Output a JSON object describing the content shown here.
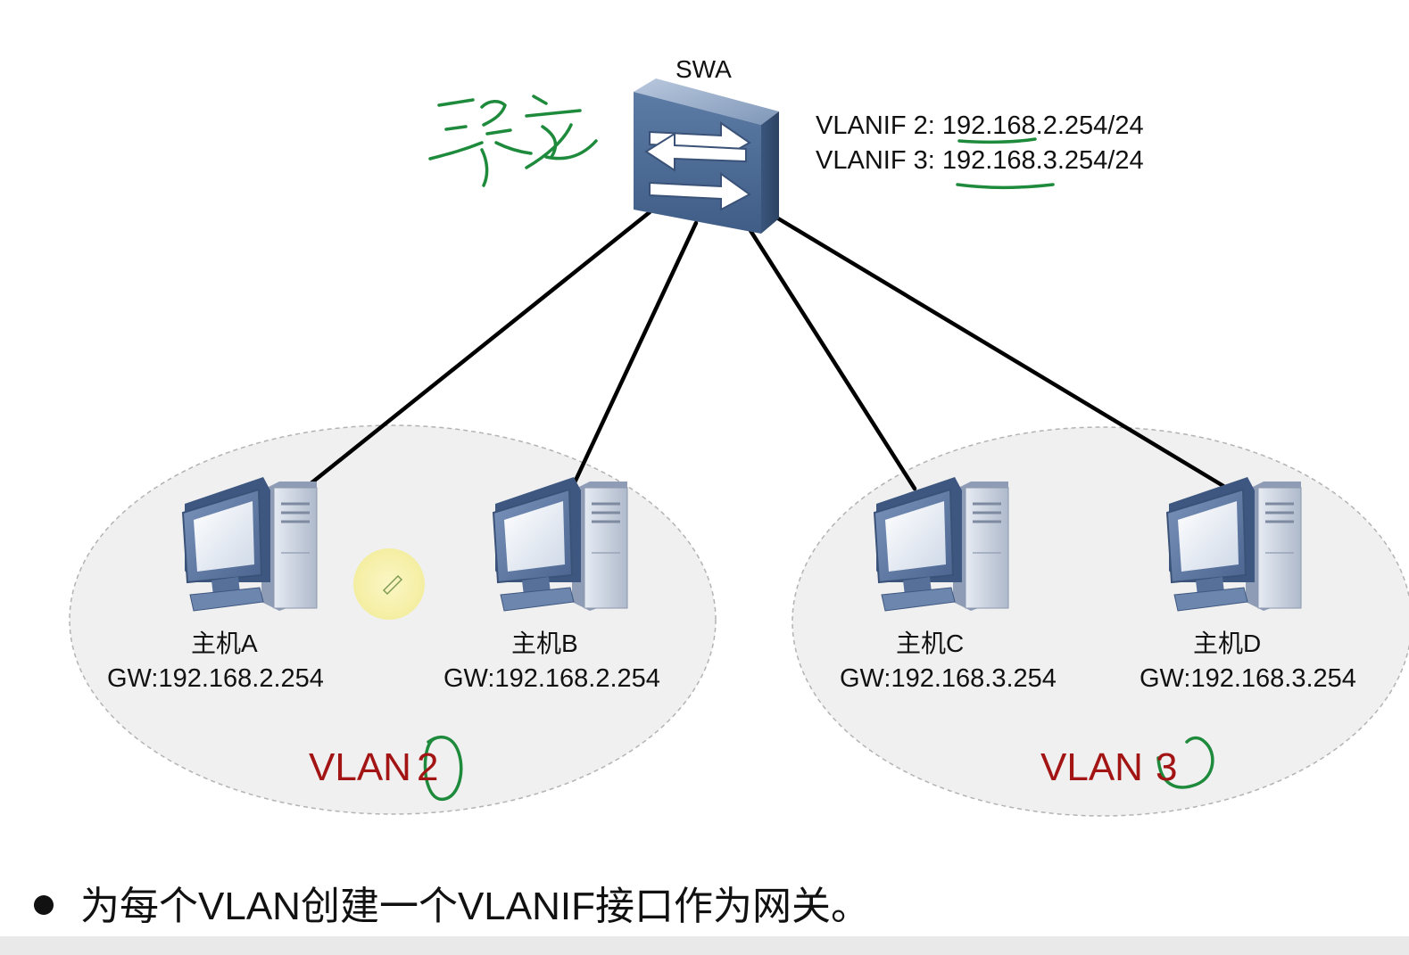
{
  "switch": {
    "name": "SWA",
    "icon": "layer3-switch-icon",
    "handwritten_note": "三层交",
    "interfaces": [
      {
        "label": "VLANIF 2:",
        "address": "192.168.2.254/24"
      },
      {
        "label": "VLANIF 3:",
        "address": "192.168.3.254/24"
      }
    ]
  },
  "hosts": [
    {
      "name": "主机A",
      "gateway": "GW:192.168.2.254",
      "icon": "desktop-computer-icon"
    },
    {
      "name": "主机B",
      "gateway": "GW:192.168.2.254",
      "icon": "desktop-computer-icon"
    },
    {
      "name": "主机C",
      "gateway": "GW:192.168.3.254",
      "icon": "desktop-computer-icon"
    },
    {
      "name": "主机D",
      "gateway": "GW:192.168.3.254",
      "icon": "desktop-computer-icon"
    }
  ],
  "vlans": [
    {
      "label": "VLAN",
      "id": "2"
    },
    {
      "label": "VLAN",
      "id": "3"
    }
  ],
  "bullet": "为每个VLAN创建一个VLANIF接口作为网关。",
  "colors": {
    "vlan_text": "#a31414",
    "annotation": "#1e8a3c",
    "switch_body": "#4a6a96",
    "link": "#000000",
    "zone_fill": "#f0f0f0"
  }
}
